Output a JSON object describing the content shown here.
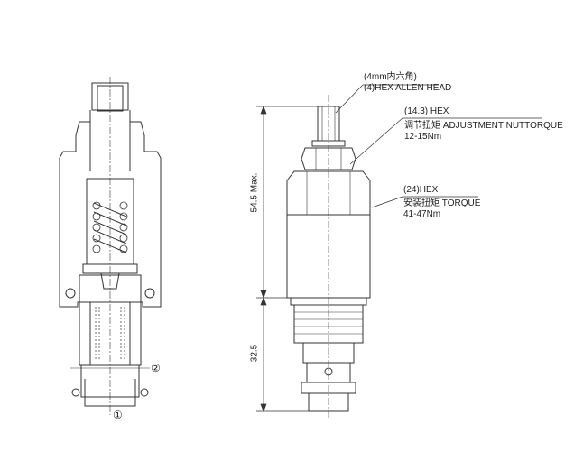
{
  "callouts": {
    "allen_head_cn": "(4mm内六角)",
    "allen_head_en": "(4)HEX ALLEN HEAD",
    "adj_nut_hex": "(14.3) HEX",
    "adj_nut_torque_label": "调节扭矩 ADJUSTMENT NUTTORQUE",
    "adj_nut_torque_value": "12-15Nm",
    "body_hex": "(24)HEX",
    "body_torque_label": "安装扭矩 TORQUE",
    "body_torque_value": "41-47Nm"
  },
  "dimensions": {
    "overall_height": "54.5 Max.",
    "cavity_depth": "32.5"
  },
  "ports": {
    "port1": "①",
    "port2": "②"
  }
}
